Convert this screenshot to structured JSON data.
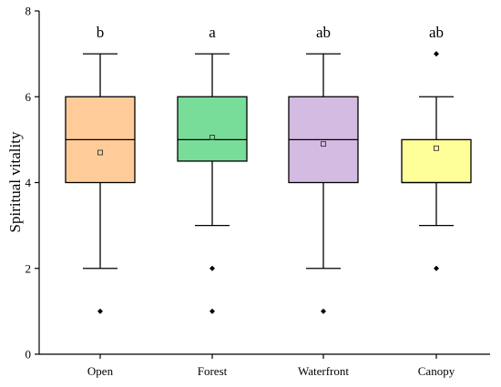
{
  "chart_data": {
    "type": "box",
    "ylabel": "Spiritual vitality",
    "xlabel": "",
    "ylim": [
      0,
      8
    ],
    "yticks": [
      0,
      2,
      4,
      6,
      8
    ],
    "grid": false,
    "categories": [
      "Open",
      "Forest",
      "Waterfront",
      "Canopy"
    ],
    "boxes": [
      {
        "category": "Open",
        "whisker_low": 2,
        "q1": 4,
        "median": 5,
        "q3": 6,
        "whisker_high": 7,
        "mean": 4.7,
        "outliers": [
          1
        ],
        "letter": "b",
        "color": "#FFCC99"
      },
      {
        "category": "Forest",
        "whisker_low": 3,
        "q1": 4.5,
        "median": 5,
        "q3": 6,
        "whisker_high": 7,
        "mean": 5.05,
        "outliers": [
          2,
          1
        ],
        "letter": "a",
        "color": "#77DD99"
      },
      {
        "category": "Waterfront",
        "whisker_low": 2,
        "q1": 4,
        "median": 5,
        "q3": 6,
        "whisker_high": 7,
        "mean": 4.9,
        "outliers": [
          1
        ],
        "letter": "ab",
        "color": "#D4BBE2"
      },
      {
        "category": "Canopy",
        "whisker_low": 3,
        "q1": 4,
        "median": 4,
        "q3": 5,
        "whisker_high": 6,
        "mean": 4.8,
        "outliers": [
          7,
          2
        ],
        "letter": "ab",
        "color": "#FFFF99"
      }
    ]
  }
}
